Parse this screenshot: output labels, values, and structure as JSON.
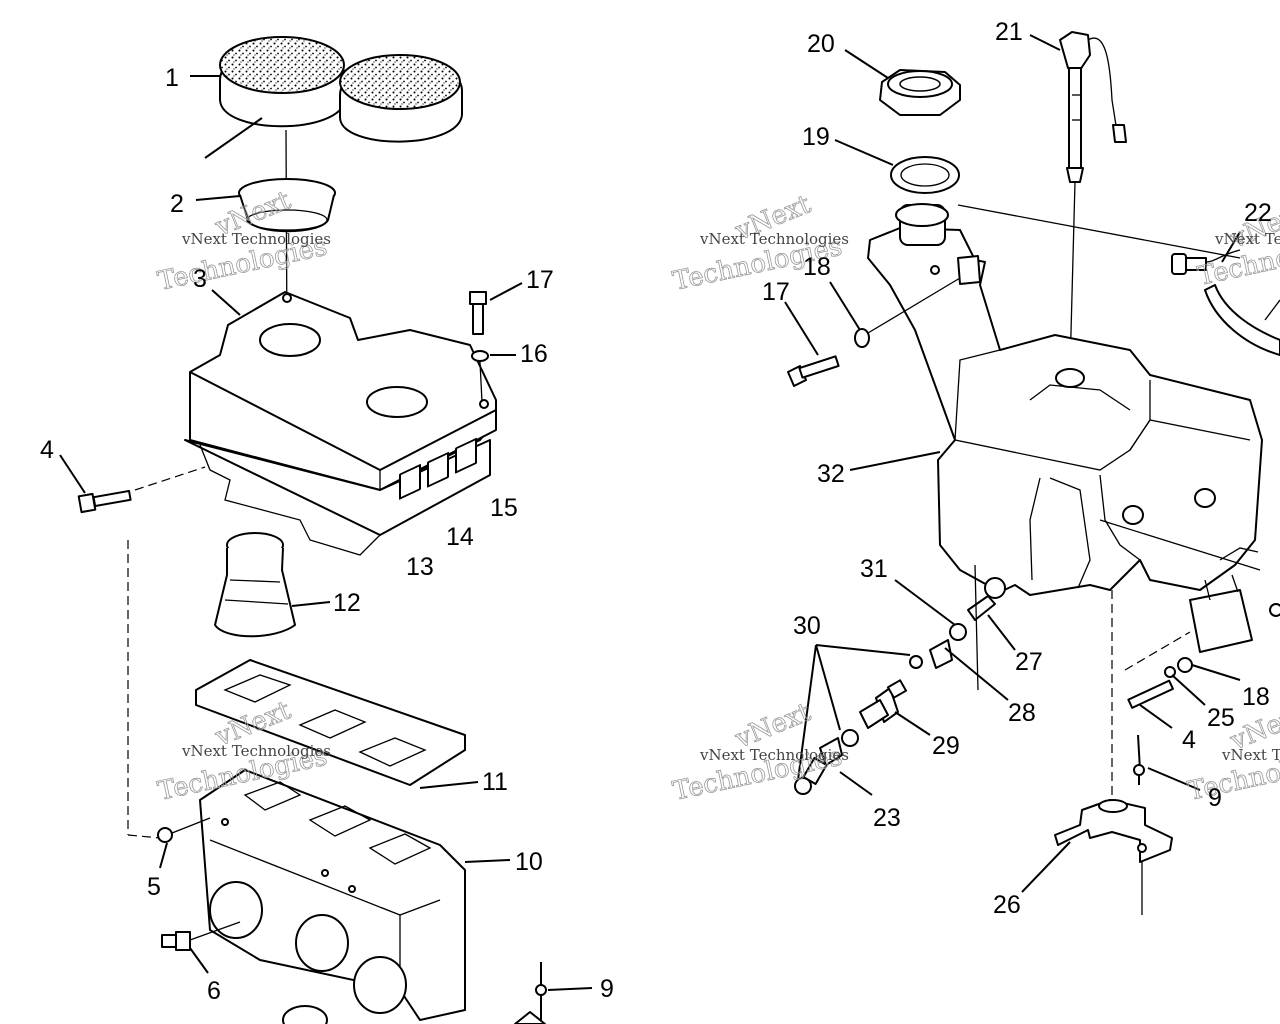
{
  "watermark": {
    "line1": "vNext",
    "line2": "Technologies",
    "small": "vNext Technologies"
  },
  "callouts": {
    "c1": "1",
    "c2": "2",
    "c3": "3",
    "c4": "4",
    "c5": "5",
    "c6": "6",
    "c9": "9",
    "c10": "10",
    "c11": "11",
    "c12": "12",
    "c13": "13",
    "c14": "14",
    "c15": "15",
    "c16": "16",
    "c17": "17",
    "r17": "17",
    "r18": "18",
    "c19": "19",
    "c20": "20",
    "c21": "21",
    "c22": "22",
    "c23": "23",
    "r4": "4",
    "r9": "9",
    "r18b": "18",
    "c25": "25",
    "c26": "26",
    "c27": "27",
    "c28": "28",
    "c29": "29",
    "c30": "30",
    "c31": "31",
    "c32": "32"
  },
  "icons": {
    "air_filter": "foam-air-filter-icon",
    "fuel_tank": "fuel-tank-icon",
    "fuel_cap": "fuel-cap-icon"
  }
}
